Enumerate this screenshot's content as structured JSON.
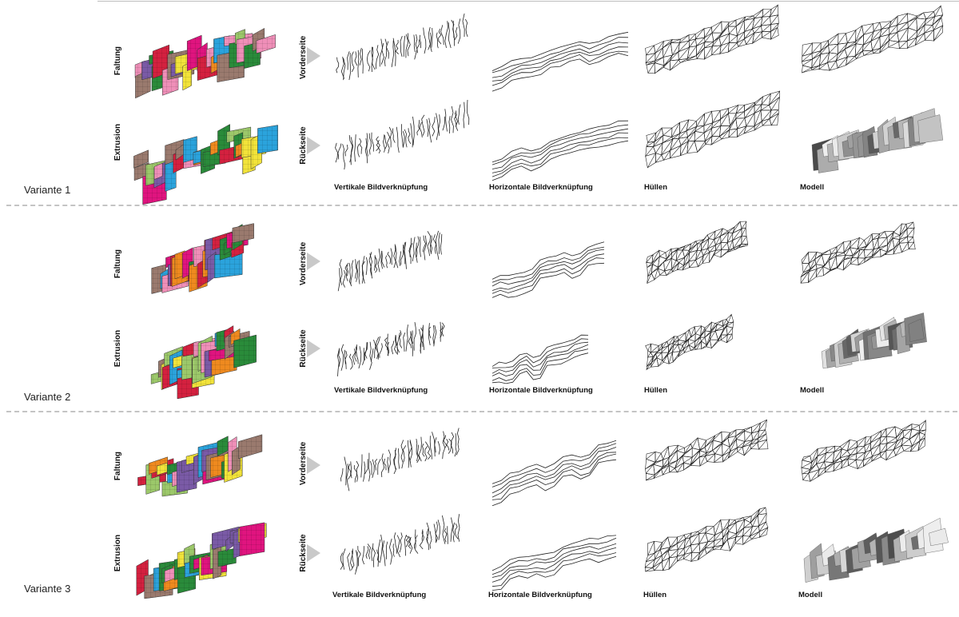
{
  "variants": [
    {
      "label": "Variante 1",
      "rows": [
        {
          "method": "Faltung",
          "side": "Vorderseite"
        },
        {
          "method": "Extrusion",
          "side": "Rückseite"
        }
      ]
    },
    {
      "label": "Variante 2",
      "rows": [
        {
          "method": "Faltung",
          "side": "Vorderseite"
        },
        {
          "method": "Extrusion",
          "side": "Rückseite"
        }
      ]
    },
    {
      "label": "Variante 3",
      "rows": [
        {
          "method": "Faltung",
          "side": "Vorderseite"
        },
        {
          "method": "Extrusion",
          "side": "Rückseite"
        }
      ]
    }
  ],
  "columns": [
    "Vertikale Bildverknüpfung",
    "Horizontale Bildverknüpfung",
    "Hüllen",
    "Modell"
  ],
  "palette": {
    "red": "#d4213f",
    "yellow": "#f2e33a",
    "blue": "#2ba3dc",
    "green": "#2a8b3a",
    "magenta": "#e0147f",
    "purple": "#7a5aa6",
    "orange": "#ef8a1f",
    "pink": "#ef8fb8",
    "brown": "#9a7a6e",
    "lightgreen": "#9cc86a"
  }
}
